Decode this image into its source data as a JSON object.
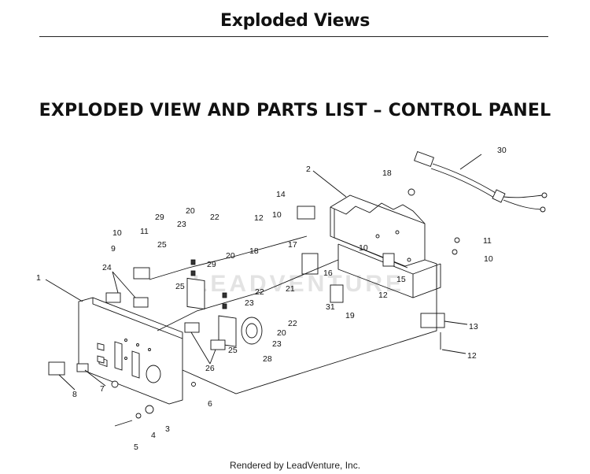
{
  "header": {
    "title": "Exploded Views"
  },
  "section": {
    "title": "EXPLODED VIEW AND PARTS LIST – CONTROL PANEL"
  },
  "callouts": [
    "1",
    "2",
    "3",
    "4",
    "5",
    "6",
    "7",
    "8",
    "9",
    "10",
    "11",
    "12",
    "13",
    "14",
    "15",
    "16",
    "17",
    "18",
    "19",
    "20",
    "21",
    "22",
    "23",
    "24",
    "25",
    "26",
    "28",
    "29",
    "30",
    "31"
  ],
  "watermark": "LEADVENTURE",
  "footer": {
    "credit": "Rendered by LeadVenture, Inc."
  },
  "colors": {
    "line": "#111111",
    "background": "#ffffff",
    "watermark": "#e3e3e3"
  }
}
